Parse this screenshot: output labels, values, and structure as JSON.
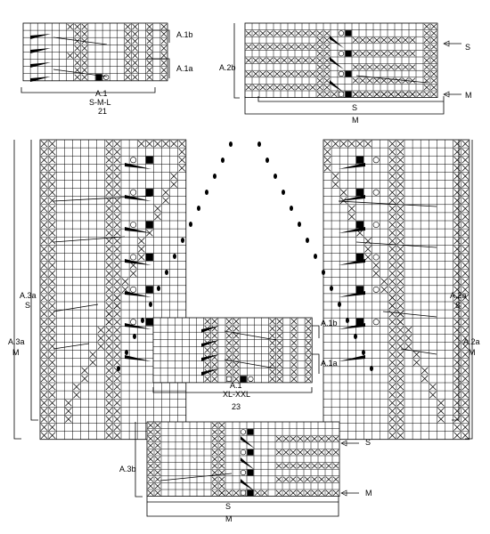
{
  "charts": {
    "a1_sml": {
      "name_label": "A.1",
      "size_label": "S-M-L",
      "count_label": "21",
      "side_labels": [
        "A.1b",
        "A.1a"
      ]
    },
    "a2b": {
      "side_label": "A.2b",
      "row_markers": [
        "S",
        "M"
      ],
      "bottom_brackets": [
        "S",
        "M"
      ]
    },
    "a3a": {
      "labels": [
        "A.3a",
        "S",
        "A.3a",
        "M"
      ]
    },
    "a2a": {
      "labels": [
        "A.2a",
        "S",
        "A.2a",
        "M"
      ]
    },
    "a1_xlxxl": {
      "name_label": "A.1",
      "size_label": "XL-XXL",
      "count_label": "23",
      "side_labels": [
        "A.1b",
        "A.1a"
      ]
    },
    "a3b": {
      "side_label": "A.3b",
      "row_markers": [
        "S",
        "M"
      ],
      "bottom_brackets": [
        "S",
        "M"
      ]
    }
  }
}
